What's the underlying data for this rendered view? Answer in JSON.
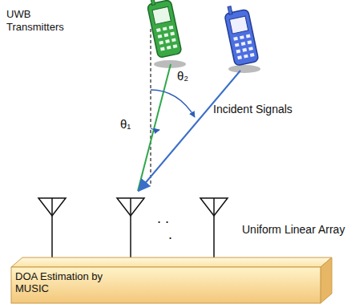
{
  "diagram": {
    "nodes": [
      {
        "text": [
          "DOA Estimation by MUSIC"
        ]
      }
    ],
    "labels": [
      "UWB Transmitters",
      "θ₁",
      "θ₂",
      "Incident Signals",
      "Uniform Linear Array",
      ". .",
      "."
    ]
  }
}
